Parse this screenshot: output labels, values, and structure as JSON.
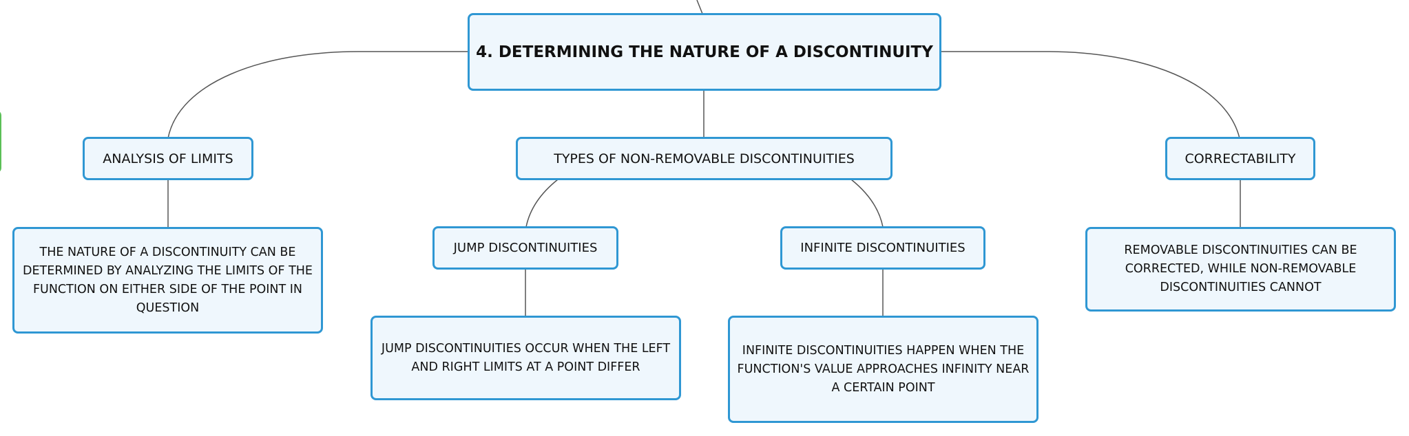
{
  "root": {
    "label": "4. DETERMINING THE NATURE OF A DISCONTINUITY"
  },
  "branches": {
    "limits": {
      "label": "ANALYSIS OF LIMITS",
      "detail": "THE NATURE OF A DISCONTINUITY CAN BE DETERMINED BY ANALYZING THE LIMITS OF THE FUNCTION ON EITHER SIDE OF THE POINT IN QUESTION"
    },
    "types": {
      "label": "TYPES OF NON-REMOVABLE DISCONTINUITIES",
      "jump": {
        "label": "JUMP DISCONTINUITIES",
        "detail": "JUMP DISCONTINUITIES OCCUR WHEN THE LEFT AND RIGHT LIMITS AT A POINT DIFFER"
      },
      "infinite": {
        "label": "INFINITE DISCONTINUITIES",
        "detail": "INFINITE DISCONTINUITIES HAPPEN WHEN THE FUNCTION'S VALUE APPROACHES INFINITY NEAR A CERTAIN POINT"
      }
    },
    "correctability": {
      "label": "CORRECTABILITY",
      "detail": "REMOVABLE DISCONTINUITIES CAN BE CORRECTED, WHILE NON-REMOVABLE DISCONTINUITIES CANNOT"
    }
  },
  "colors": {
    "node_fill": "#eff7fd",
    "node_border": "#2f97d3",
    "connector": "#555555",
    "side_tab_border": "#5bbf57"
  }
}
